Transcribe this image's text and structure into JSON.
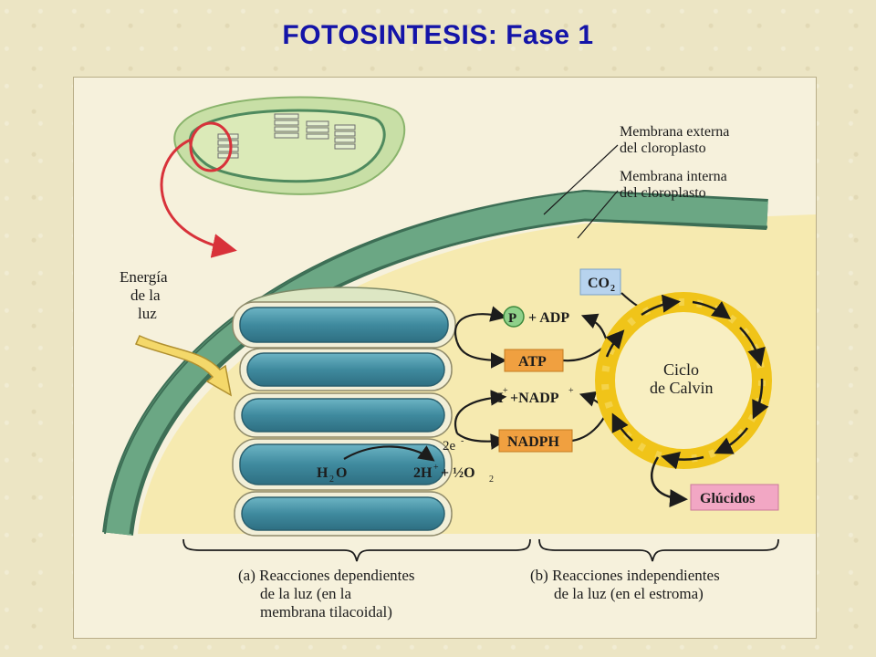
{
  "title": "FOTOSINTESIS: Fase 1",
  "labels": {
    "outer_membrane_line1": "Membrana externa",
    "outer_membrane_line2": "del cloroplasto",
    "inner_membrane_line1": "Membrana interna",
    "inner_membrane_line2": "del cloroplasto",
    "light_energy_line1": "Energía",
    "light_energy_line2": "de la",
    "light_energy_line3": "luz",
    "co2": "CO",
    "co2_sub": "2",
    "phosphate": "P",
    "adp": "+ ADP",
    "atp": "ATP",
    "h_plus": "H",
    "h_plus_sup": "+",
    "nadp": "+NADP",
    "nadp_sup": "+",
    "nadph": "NADPH",
    "calvin_line1": "Ciclo",
    "calvin_line2": "de Calvin",
    "electrons": "2e",
    "electrons_sup": "-",
    "water": "H",
    "water_sub": "2",
    "water_o": "O",
    "products": "2H",
    "products_sup": "+",
    "products_rest": "+ ½O",
    "products_sub": "2",
    "glucids": "Glúcidos"
  },
  "captions": {
    "a_line1": "(a) Reacciones dependientes",
    "a_line2": "de la luz (en la",
    "a_line3": "membrana tilacoidal)",
    "b_line1": "(b) Reacciones independientes",
    "b_line2": "de la luz (en el estroma)"
  },
  "colors": {
    "title": "#1414a8",
    "membrane": "#5e9b74",
    "stroma": "#f6e9a8",
    "thylakoid": "#3f8a9e",
    "calvin_ring": "#f0c419",
    "atp_box": "#f0a040",
    "co2_box": "#b7d3ee",
    "glucid_box": "#f2a7c4",
    "phosphate": "#8fd08a",
    "red_arrow": "#d8323a"
  }
}
